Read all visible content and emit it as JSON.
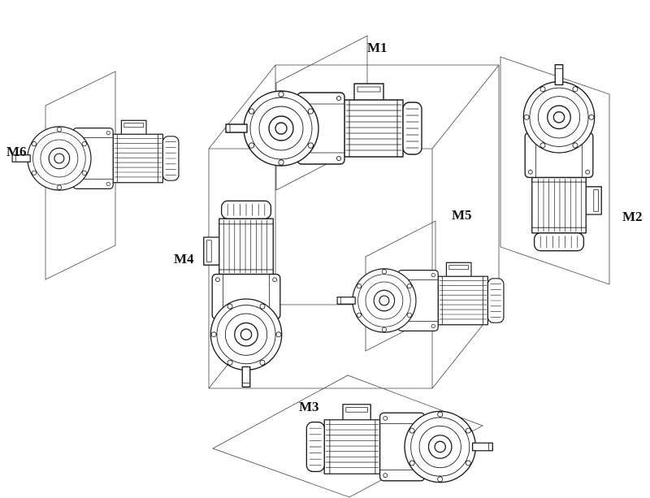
{
  "diagram": {
    "labels": [
      {
        "id": "m1",
        "text": "M1"
      },
      {
        "id": "m2",
        "text": "M2"
      },
      {
        "id": "m3",
        "text": "M3"
      },
      {
        "id": "m4",
        "text": "M4"
      },
      {
        "id": "m5",
        "text": "M5"
      },
      {
        "id": "m6",
        "text": "M6"
      }
    ],
    "drawings": [
      {
        "id": "m1",
        "icon": "gearmotor-horizontal-shaft-left-icon"
      },
      {
        "id": "m2",
        "icon": "gearmotor-vertical-shaft-up-icon"
      },
      {
        "id": "m3",
        "icon": "gearmotor-horizontal-shaft-right-icon"
      },
      {
        "id": "m4",
        "icon": "gearmotor-vertical-shaft-down-icon"
      },
      {
        "id": "m5",
        "icon": "gearmotor-horizontal-shaft-left-icon"
      },
      {
        "id": "m6",
        "icon": "gearmotor-horizontal-shaft-left-icon"
      }
    ],
    "colors": {
      "line": "#1c1c1c",
      "plane_line": "#4a4a4a",
      "background": "#ffffff"
    }
  }
}
